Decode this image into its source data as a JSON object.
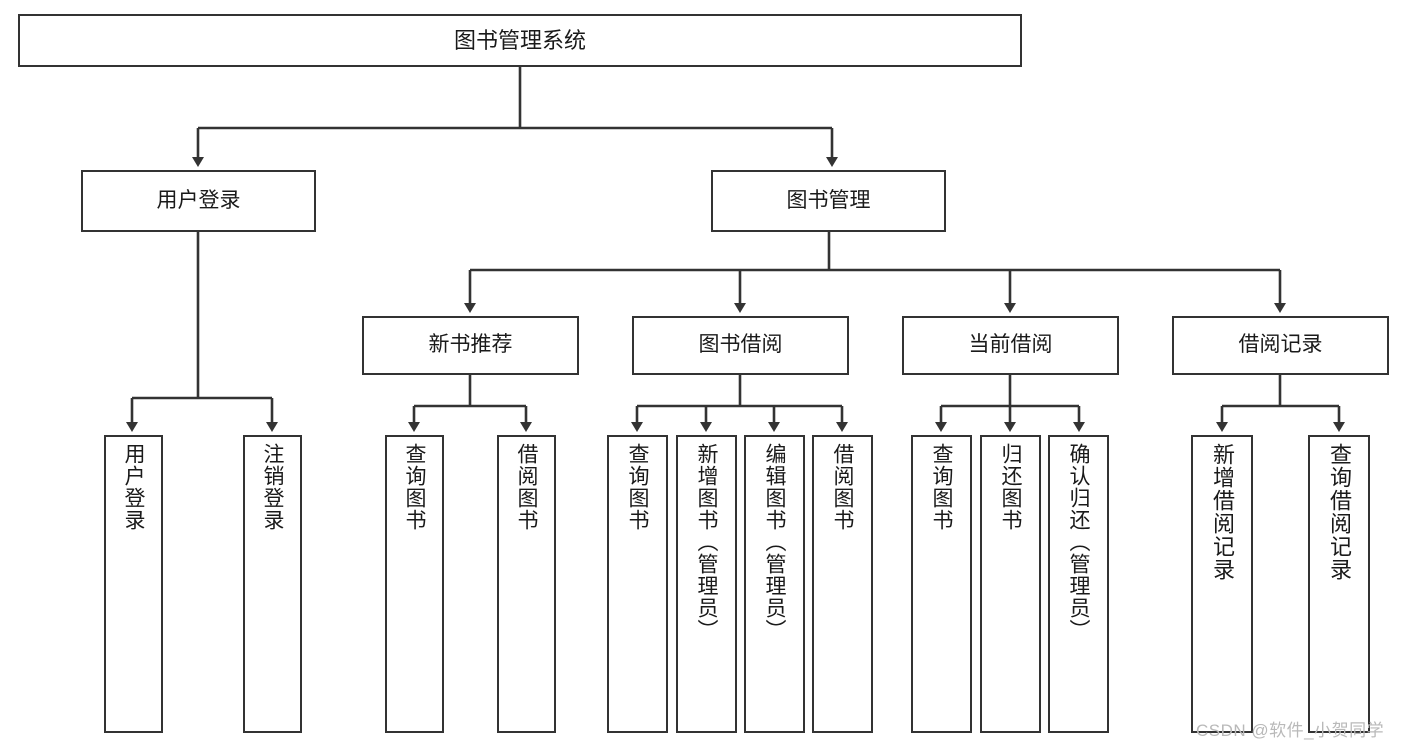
{
  "diagram": {
    "type": "tree-hierarchy-chart",
    "title": "图书管理系统",
    "root": {
      "id": "root",
      "label": "图书管理系统"
    },
    "level2": [
      {
        "id": "user-login",
        "label": "用户登录"
      },
      {
        "id": "book-manage",
        "label": "图书管理"
      }
    ],
    "level3": [
      {
        "id": "new-book-rec",
        "label": "新书推荐"
      },
      {
        "id": "book-borrow",
        "label": "图书借阅"
      },
      {
        "id": "current-borrow",
        "label": "当前借阅"
      },
      {
        "id": "borrow-record",
        "label": "借阅记录"
      }
    ],
    "leaves": {
      "user_login": [
        {
          "id": "leaf-user-login",
          "label": "用户登录"
        },
        {
          "id": "leaf-logout",
          "label": "注销登录"
        }
      ],
      "new_book_rec": [
        {
          "id": "leaf-query-book-1",
          "label": "查询图书"
        },
        {
          "id": "leaf-borrow-book-1",
          "label": "借阅图书"
        }
      ],
      "book_borrow": [
        {
          "id": "leaf-query-book-2",
          "label": "查询图书"
        },
        {
          "id": "leaf-add-book",
          "label": "新增图书（管理员）"
        },
        {
          "id": "leaf-edit-book",
          "label": "编辑图书（管理员）"
        },
        {
          "id": "leaf-borrow-book-2",
          "label": "借阅图书"
        }
      ],
      "current_borrow": [
        {
          "id": "leaf-query-book-3",
          "label": "查询图书"
        },
        {
          "id": "leaf-return-book",
          "label": "归还图书"
        },
        {
          "id": "leaf-confirm-return",
          "label": "确认归还（管理员）"
        }
      ],
      "borrow_record": [
        {
          "id": "leaf-add-record",
          "label": "新增借阅记录"
        },
        {
          "id": "leaf-query-record",
          "label": "查询借阅记录"
        }
      ]
    }
  },
  "watermark": {
    "text": "CSDN @软件_小贺同学"
  },
  "colors": {
    "border": "#333333",
    "background": "#ffffff",
    "text": "#1a1a1a",
    "watermark": "#b9b9b9"
  }
}
